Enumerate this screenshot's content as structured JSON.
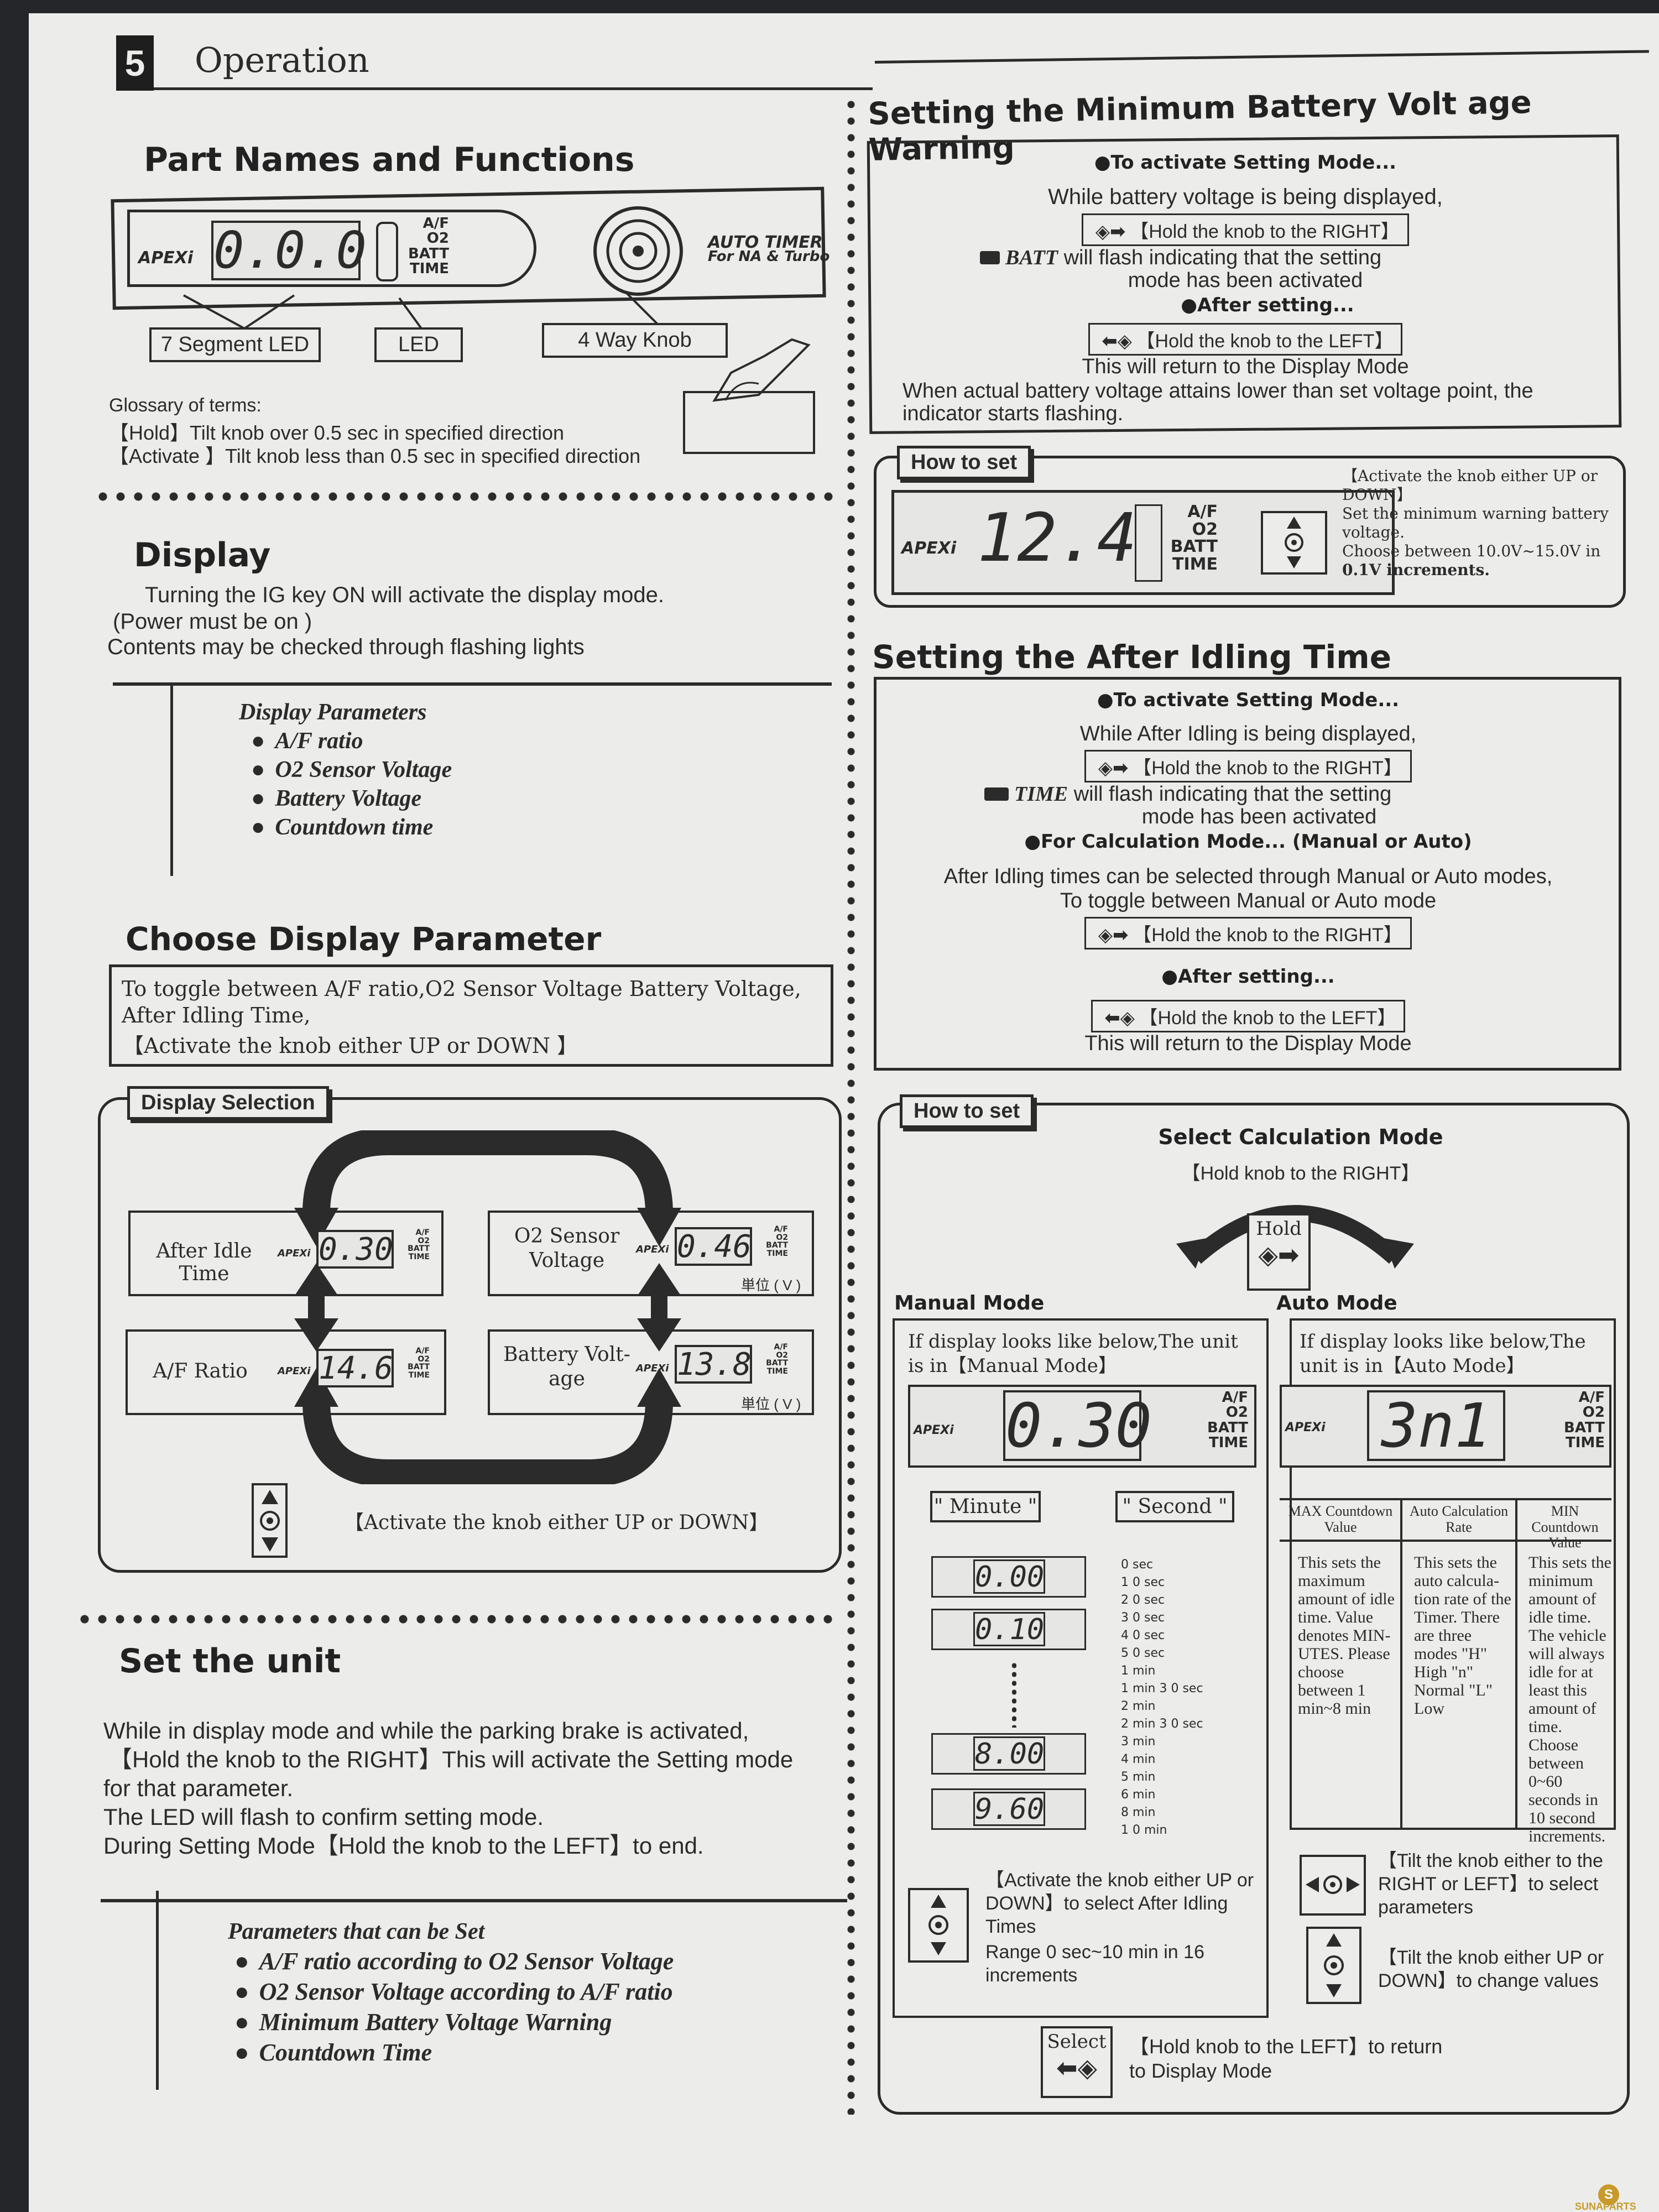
{
  "header": {
    "section_number": "5",
    "section_title": "Operation"
  },
  "part_names": {
    "title": "Part Names and Functions",
    "brand": "APEXi",
    "display_value": "0.0.0",
    "indicators": [
      "A/F",
      "O2",
      "BATT",
      "TIME"
    ],
    "product_name": "AUTO TIMER",
    "product_sub": "For NA & Turbo",
    "label_7seg": "7 Segment LED",
    "label_led": "LED",
    "label_knob": "4 Way Knob",
    "glossary_title": "Glossary of terms:",
    "glossary_hold": "【Hold】Tilt knob over 0.5 sec in specified direction",
    "glossary_activate": "【Activate 】Tilt knob less than 0.5 sec in specified direction"
  },
  "display_section": {
    "title": "Display",
    "line1": "Turning the IG key ON will activate the display mode.",
    "line2": "(Power must be on )",
    "line3": "Contents may be checked through flashing lights",
    "params_title": "Display Parameters",
    "params": [
      "A/F ratio",
      "O2 Sensor Voltage",
      "Battery Voltage",
      "Countdown time"
    ]
  },
  "choose_section": {
    "title": "Choose Display Parameter",
    "text1": "To toggle between A/F ratio,O2 Sensor Voltage Battery Voltage, After Idling Time,",
    "text2": "【Activate the knob either UP or DOWN 】"
  },
  "display_selection": {
    "tag": "Display Selection",
    "items": [
      {
        "label": "After Idle Time",
        "value": "0.30"
      },
      {
        "label": "O2 Sensor Voltage",
        "value": "0.46",
        "unit": "単位 ( V )"
      },
      {
        "label": "A/F Ratio",
        "value": "14.6"
      },
      {
        "label": "Battery Volt-age",
        "value": "13.8",
        "unit": "単位 ( V )"
      }
    ],
    "instruction": "【Activate the knob either UP or DOWN】"
  },
  "set_unit": {
    "title": "Set the unit",
    "lines": [
      "While in display mode and while the parking brake is activated,",
      "【Hold the knob to the RIGHT】This will activate the Setting mode",
      "for that parameter.",
      "The LED will flash to confirm setting mode.",
      "During Setting Mode【Hold the knob to the LEFT】to end."
    ],
    "params_title": "Parameters that can be Set",
    "params": [
      "A/F ratio according to O2 Sensor Voltage",
      "O2 Sensor Voltage according to A/F ratio",
      "Minimum Battery Voltage Warning",
      "Countdown Time"
    ]
  },
  "battery_warning": {
    "title": "Setting the Minimum Battery Volt age Warning",
    "activate_head": "●To activate Setting Mode...",
    "while_text": "While battery voltage is being displayed,",
    "hold_right": "【Hold the knob to the RIGHT】",
    "batt_word": "BATT",
    "flash_text1": "will flash indicating that the setting",
    "flash_text2": "mode has been activated",
    "after_head": "●After setting...",
    "hold_left": "【Hold the knob to the LEFT】",
    "return_text": "This will return to the Display Mode",
    "note1": "When actual battery voltage attains lower than set voltage point, the",
    "note2": "indicator starts flashing.",
    "howto_tag": "How to set",
    "display_value": "12.4",
    "howto_text": [
      "【Activate the knob either UP or",
      "DOWN】",
      "Set the minimum warning battery",
      "voltage.",
      "Choose between 10.0V~15.0V in",
      "0.1V increments."
    ]
  },
  "idle_time": {
    "title": "Setting the After Idling Time",
    "activate_head": "●To activate Setting Mode...",
    "while_text": "While After Idling is being displayed,",
    "hold_right": "【Hold the knob to the RIGHT】",
    "time_word": "TIME",
    "flash_text1": "will flash indicating that the setting",
    "flash_text2": "mode has been activated",
    "calc_head": "●For Calculation Mode... (Manual or Auto)",
    "calc_text1": "After Idling times can be selected through Manual or Auto modes,",
    "calc_text2": "To toggle between Manual or Auto mode",
    "hold_right2": "【Hold the knob to the RIGHT】",
    "after_head": "●After setting...",
    "hold_left": "【Hold the knob to the LEFT】",
    "return_text": "This will return to the Display Mode"
  },
  "howto_idle": {
    "tag": "How to set",
    "select_title": "Select Calculation Mode",
    "select_hold": "【Hold knob to the RIGHT】",
    "hold_word": "Hold",
    "manual_title": "Manual Mode",
    "auto_title": "Auto Mode",
    "manual_text": "If display looks like below,The unit is in【Manual Mode】",
    "auto_text": "If display looks like below,The unit is in【Auto Mode】",
    "manual_display": "0.30",
    "auto_display": "3n1",
    "minute_label": "\" Minute \"",
    "second_label": "\" Second \"",
    "samples": [
      "0.00",
      "0.10",
      "8.00",
      "9.60"
    ],
    "times": [
      "0 sec",
      "1 0 sec",
      "2 0 sec",
      "3 0 sec",
      "4 0 sec",
      "5 0 sec",
      "1 min",
      "1 min 3 0 sec",
      "2 min",
      "2 min 3 0 sec",
      "3 min",
      "4 min",
      "5 min",
      "6 min",
      "8 min",
      "1 0 min"
    ],
    "manual_instr": "【Activate the knob either UP or DOWN】to select After Idling Times",
    "manual_range": "Range 0 sec~10 min in 16 increments",
    "auto_cols": [
      {
        "head": "MAX Countdown Value",
        "body": "This sets the maximum amount of idle time. Value denotes MIN-UTES. Please choose between 1 min~8 min"
      },
      {
        "head": "Auto Calculation Rate",
        "body": "This sets the auto calcula-tion rate of the Timer. There are three modes \"H\" High \"n\" Normal \"L\" Low"
      },
      {
        "head": "MIN Countdown Value",
        "body": "This sets the minimum amount of idle time. The vehicle will always idle for at least this amount of time. Choose between 0~60 seconds in 10 second increments."
      }
    ],
    "auto_tilt1": "【Tilt the knob either to the RIGHT or LEFT】to select parameters",
    "auto_tilt2": "【Tilt the knob either UP or DOWN】to change values",
    "select_word": "Select",
    "select_instr": "【Hold knob to the LEFT】to return to Display Mode"
  },
  "watermark": "SUNAPARTS"
}
